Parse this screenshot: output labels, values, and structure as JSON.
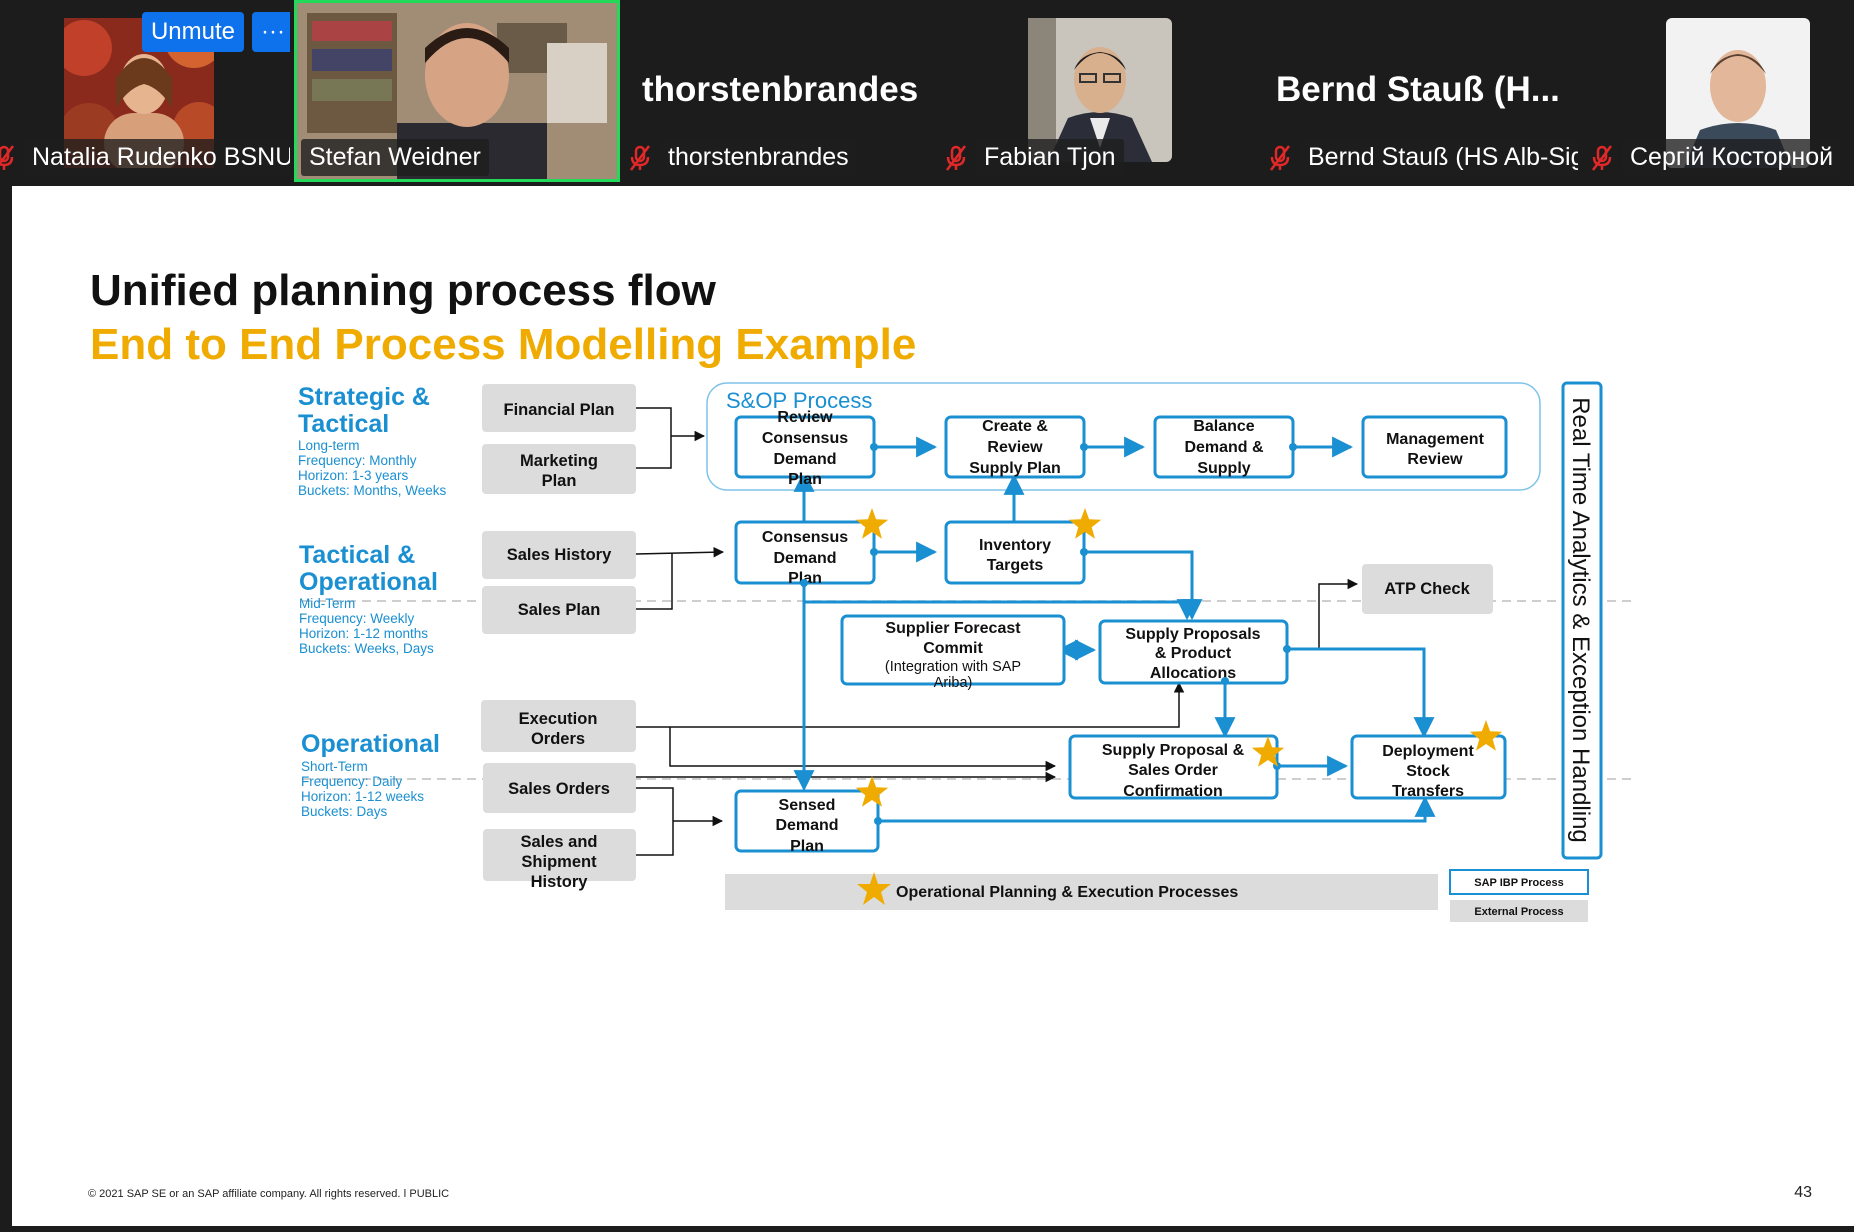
{
  "meeting": {
    "buttons": {
      "unmute": "Unmute",
      "more": "···"
    },
    "participants": [
      {
        "name": "Natalia Rudenko BSNU",
        "muted": true,
        "video": true
      },
      {
        "name": "Stefan Weidner",
        "muted": false,
        "video": true,
        "active_speaker": true
      },
      {
        "name": "thorstenbrandes",
        "display_title": "thorstenbrandes",
        "muted": true,
        "video": false
      },
      {
        "name": "Fabian Tjon",
        "muted": true,
        "video": true
      },
      {
        "name": "Bernd Stauß (HS Alb-Sig)",
        "display_title": "Bernd Stauß  (H...",
        "muted": true,
        "video": false
      },
      {
        "name": "Сергій Косторной",
        "muted": true,
        "video": true
      }
    ],
    "colors": {
      "mute_red": "#e02828",
      "speaker_green": "#23d959",
      "zoom_blue": "#0e72ed"
    }
  },
  "slide": {
    "title": "Unified planning process flow",
    "subtitle": "End to End Process Modelling Example",
    "footer": "© 2021 SAP SE or an SAP affiliate company. All rights reserved.  ǀ   PUBLIC",
    "page_number": "43",
    "colors": {
      "accent_blue": "#1a8fd1",
      "sap_orange": "#f0ab00",
      "grey_box": "#dcdcdc"
    },
    "levels": [
      {
        "title": [
          "Strategic &",
          "Tactical"
        ],
        "details": [
          "Long-term",
          "Frequency: Monthly",
          "Horizon: 1-3 years",
          "Buckets: Months, Weeks"
        ]
      },
      {
        "title": [
          "Tactical &",
          "Operational"
        ],
        "details": [
          "Mid-Term",
          "Frequency: Weekly",
          "Horizon: 1-12 months",
          "Buckets: Weeks, Days"
        ]
      },
      {
        "title": [
          "Operational"
        ],
        "details": [
          "Short-Term",
          "Frequency: Daily",
          "Horizon: 1-12 weeks",
          "Buckets: Days"
        ]
      }
    ],
    "inputs": {
      "financial_plan": [
        "Financial Plan"
      ],
      "marketing_plan": [
        "Marketing",
        "Plan"
      ],
      "sales_history": [
        "Sales History"
      ],
      "sales_plan": [
        "Sales Plan"
      ],
      "execution_orders": [
        "Execution",
        "Orders"
      ],
      "sales_orders": [
        "Sales Orders"
      ],
      "sales_shipment_history": [
        "Sales and",
        "Shipment",
        "History"
      ],
      "atp_check": [
        "ATP Check"
      ]
    },
    "sop_group_label": "S&OP Process",
    "processes": {
      "review_consensus": [
        "Review",
        "Consensus",
        "Demand",
        "Plan"
      ],
      "create_review_supply": [
        "Create &",
        "Review",
        "Supply Plan"
      ],
      "balance": [
        "Balance",
        "Demand &",
        "Supply"
      ],
      "management_review": [
        "Management",
        "Review"
      ],
      "consensus_demand": [
        "Consensus",
        "Demand",
        "Plan"
      ],
      "inventory_targets": [
        "Inventory",
        "Targets"
      ],
      "supplier_forecast": {
        "bold": [
          "Supplier Forecast",
          "Commit"
        ],
        "normal": [
          "(Integration with SAP",
          "Ariba)"
        ]
      },
      "supply_proposals": [
        "Supply Proposals",
        "& Product",
        "Allocations"
      ],
      "supply_proposal_sales": [
        "Supply Proposal &",
        "Sales Order",
        "Confirmation"
      ],
      "deployment": [
        "Deployment",
        "Stock",
        "Transfers"
      ],
      "sensed_demand": [
        "Sensed",
        "Demand",
        "Plan"
      ]
    },
    "side_banner": "Real Time Analytics & Exception Handling",
    "bottom_bar": "Operational Planning & Execution Processes",
    "legend": {
      "ibp": "SAP IBP Process",
      "external": "External Process"
    }
  }
}
